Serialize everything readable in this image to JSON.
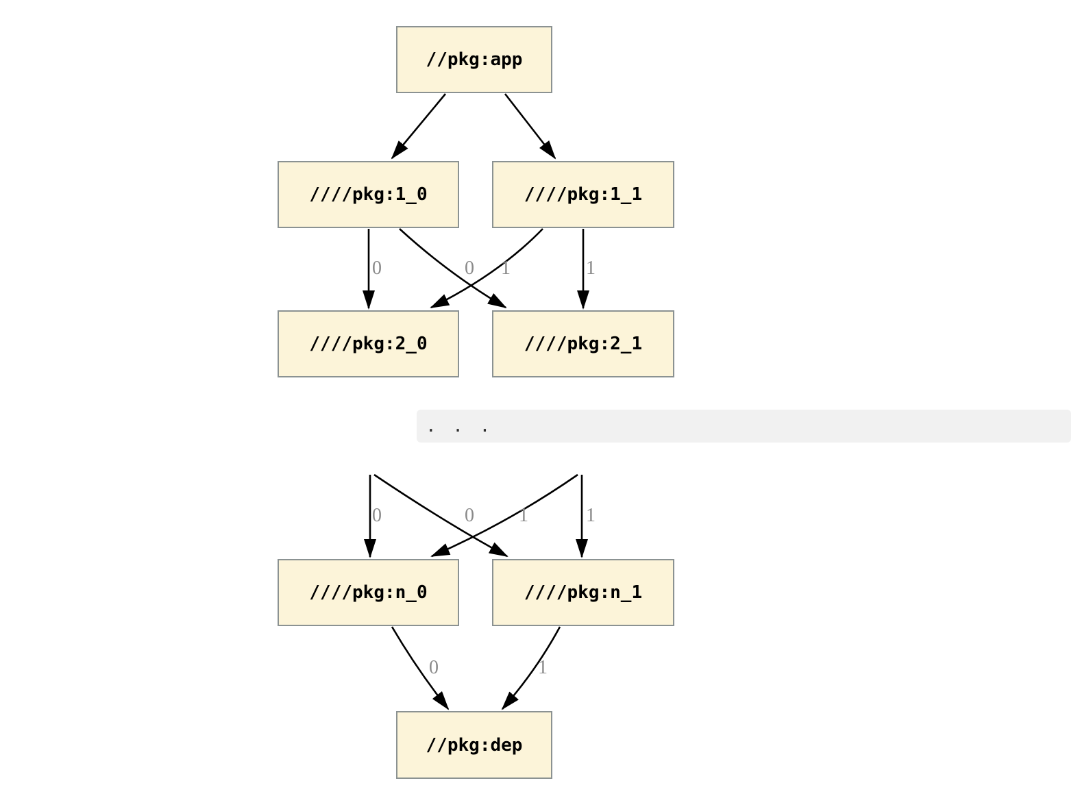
{
  "diagram": {
    "colors": {
      "node_fill": "#FCF4D9",
      "node_border": "#8B9292",
      "edge_stroke": "#000000",
      "edge_label": "#8A8A8A",
      "ellipsis_bg": "#F1F1F1",
      "ellipsis_text": "#2E2E2E"
    },
    "nodes": [
      {
        "id": "app",
        "label": "//pkg:app"
      },
      {
        "id": "1_0",
        "label": "////pkg:1_0"
      },
      {
        "id": "1_1",
        "label": "////pkg:1_1"
      },
      {
        "id": "2_0",
        "label": "////pkg:2_0"
      },
      {
        "id": "2_1",
        "label": "////pkg:2_1"
      },
      {
        "id": "n_0",
        "label": "////pkg:n_0"
      },
      {
        "id": "n_1",
        "label": "////pkg:n_1"
      },
      {
        "id": "dep",
        "label": "//pkg:dep"
      }
    ],
    "edges": [
      {
        "from": "//pkg:app",
        "to": "////pkg:1_0",
        "label": ""
      },
      {
        "from": "//pkg:app",
        "to": "////pkg:1_1",
        "label": ""
      },
      {
        "from": "////pkg:1_0",
        "to": "////pkg:2_0",
        "label": "0"
      },
      {
        "from": "////pkg:1_0",
        "to": "////pkg:2_1",
        "label": "1"
      },
      {
        "from": "////pkg:1_1",
        "to": "////pkg:2_0",
        "label": "0"
      },
      {
        "from": "////pkg:1_1",
        "to": "////pkg:2_1",
        "label": "1"
      },
      {
        "from": "...",
        "to": "////pkg:n_0",
        "label": "0"
      },
      {
        "from": "...",
        "to": "////pkg:n_1",
        "label": "1"
      },
      {
        "from": "...",
        "to": "////pkg:n_0",
        "label": "0"
      },
      {
        "from": "...",
        "to": "////pkg:n_1",
        "label": "1"
      },
      {
        "from": "////pkg:n_0",
        "to": "//pkg:dep",
        "label": "0"
      },
      {
        "from": "////pkg:n_1",
        "to": "//pkg:dep",
        "label": "1"
      }
    ],
    "ellipsis": ". . ."
  }
}
